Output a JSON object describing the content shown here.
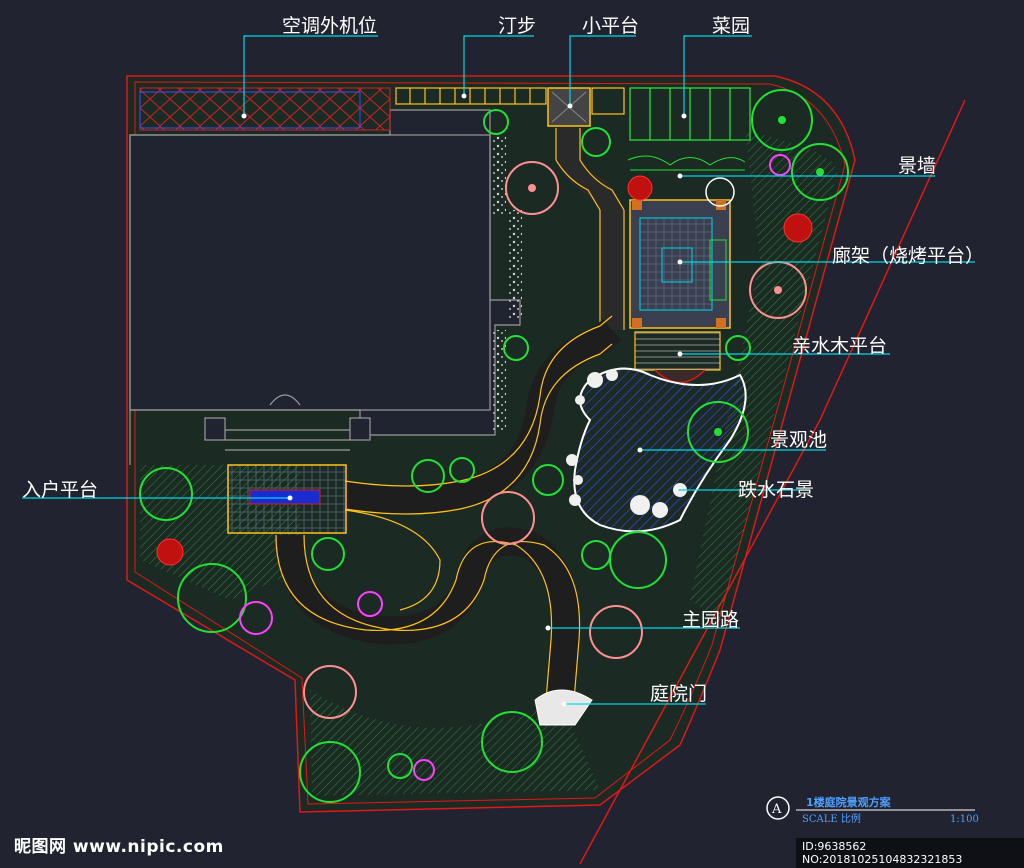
{
  "labels": {
    "ac_unit": "空调外机位",
    "stepping": "汀步",
    "small_platform": "小平台",
    "vegetable_garden": "菜园",
    "feature_wall": "景墙",
    "pergola": "廊架（烧烤平台）",
    "deck": "亲水木平台",
    "pond": "景观池",
    "entry": "入户平台",
    "waterfall": "跌水石景",
    "main_path": "主园路",
    "gate": "庭院门"
  },
  "title_block": {
    "marker": "A",
    "title": "1楼庭院景观方案",
    "scale_label": "SCALE 比例",
    "scale_value": "1:100"
  },
  "watermark": {
    "site": "昵图网 www.nipic.com",
    "id": "ID:9638562 NO:20181025104832321853"
  },
  "colors": {
    "background": "#212430",
    "boundary": "#e01818",
    "leader": "#00d7e6",
    "path": "#ffc21a",
    "water": "#1a2bd0",
    "tree": "#23e036"
  }
}
